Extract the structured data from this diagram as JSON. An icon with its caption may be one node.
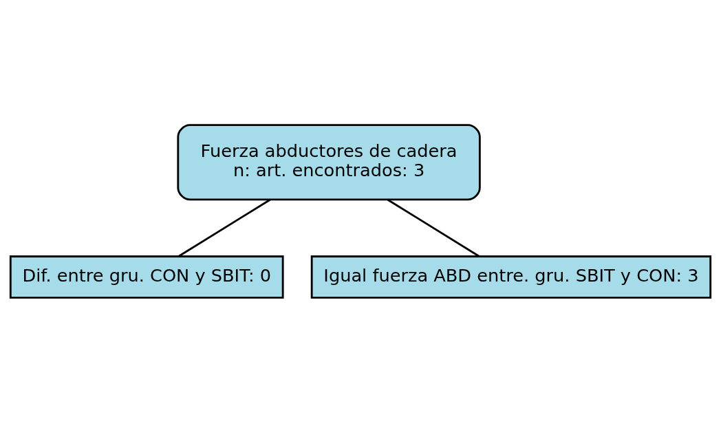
{
  "diagram": {
    "nodes": [
      {
        "text": [
          "Fuerza abductores de cadera",
          "n: art. encontrados: 3"
        ]
      },
      {
        "text": [
          "Dif. entre gru. CON y SBIT: 0"
        ]
      },
      {
        "text": [
          "Igual fuerza ABD entre. gru. SBIT y CON: 3"
        ]
      }
    ],
    "edges": [
      {
        "from": 0,
        "to": 1,
        "arrow": "none"
      },
      {
        "from": 0,
        "to": 2,
        "arrow": "none"
      }
    ]
  }
}
